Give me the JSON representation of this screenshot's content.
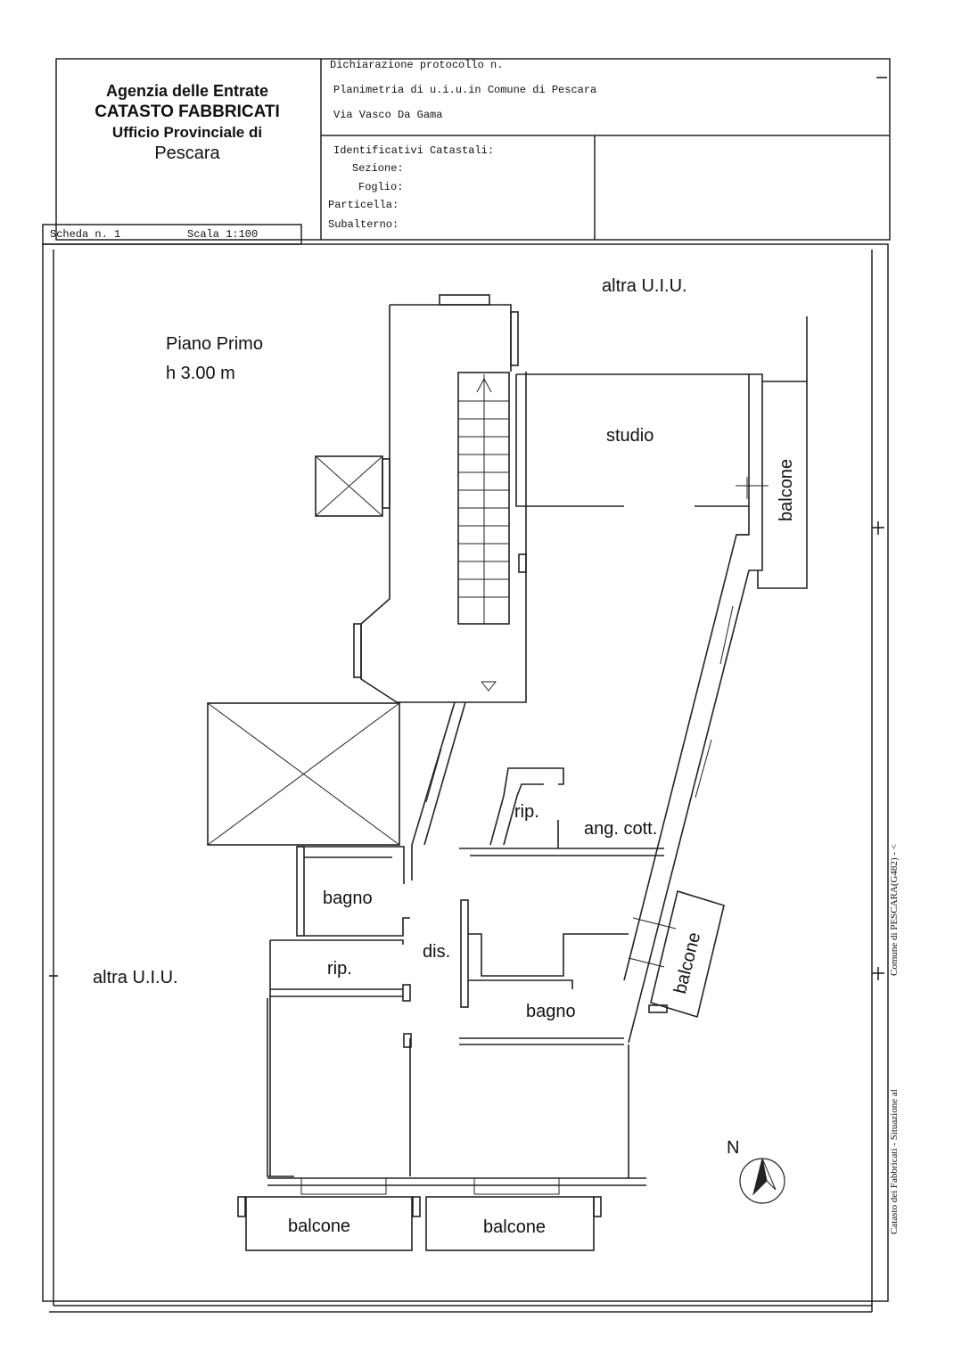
{
  "header": {
    "agency_line1": "Agenzia delle Entrate",
    "agency_line2": "CATASTO FABBRICATI",
    "agency_line3": "Ufficio Provinciale di",
    "agency_line4": "Pescara",
    "declaration": "Dichiarazione protocollo n.",
    "plan_description": "Planimetria di u.i.u.in Comune di Pescara",
    "address": "Via Vasco Da Gama",
    "identifiers_title": "Identificativi Catastali:",
    "section_label": "Sezione:",
    "sheet_label": "Foglio:",
    "parcel_label": "Particella:",
    "subordinate_label": "Subalterno:",
    "card_label": "Scheda n. 1",
    "scale_label": "Scala 1:100"
  },
  "plan": {
    "floor_name": "Piano Primo",
    "height": "h 3.00 m",
    "north_label": "N",
    "rooms": {
      "other_unit_top": "altra U.I.U.",
      "other_unit_left": "altra U.I.U.",
      "studio": "studio",
      "balcone_east": "balcone",
      "rip_top": "rip.",
      "kitchen": "ang. cott.",
      "bagno_left": "bagno",
      "dis": "dis.",
      "rip_left": "rip.",
      "bagno_right": "bagno",
      "balcone_kitchen": "balcone",
      "balcone_bottom_left": "balcone",
      "balcone_bottom_right": "balcone"
    }
  },
  "side_stamp": {
    "text": "Catasto dei Fabbricati - Situazione al",
    "text2": "Comune di PESCARA(G482) - <"
  }
}
